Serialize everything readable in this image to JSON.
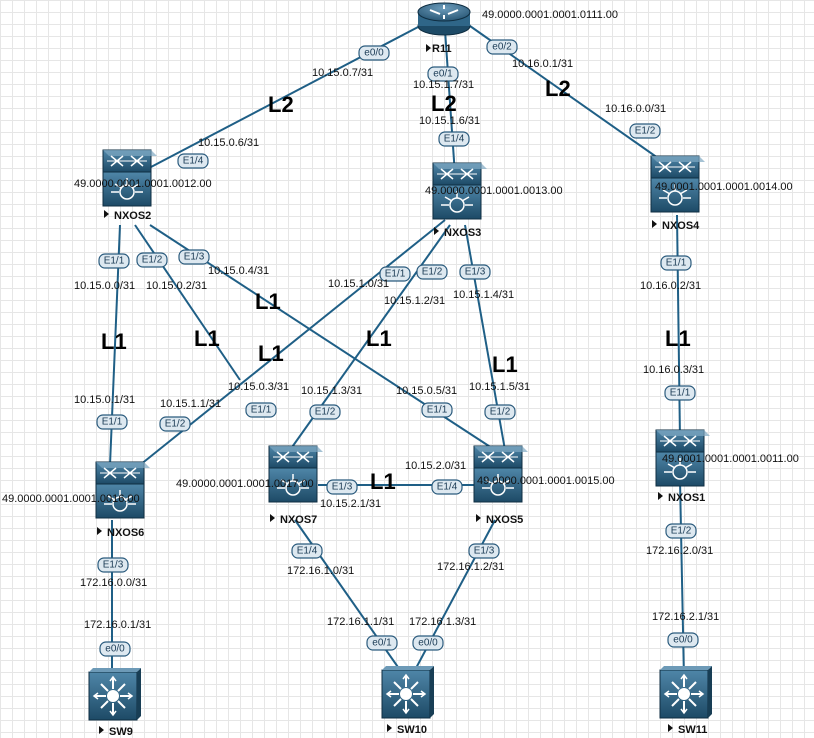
{
  "colors": {
    "link": "#1f5f86",
    "device": "#2a5d7a",
    "device_dark": "#1b4560",
    "badge_fill": "#dde8f0",
    "badge_stroke": "#2b5b7d"
  },
  "devices": [
    {
      "id": "r11",
      "label": "R11",
      "kind": "router",
      "icon": "router-icon"
    },
    {
      "id": "nxos2",
      "label": "NXOS2",
      "kind": "switch",
      "icon": "nexus-switch-icon"
    },
    {
      "id": "nxos3",
      "label": "NXOS3",
      "kind": "switch",
      "icon": "nexus-switch-icon"
    },
    {
      "id": "nxos4",
      "label": "NXOS4",
      "kind": "switch",
      "icon": "nexus-switch-icon"
    },
    {
      "id": "nxos6",
      "label": "NXOS6",
      "kind": "switch",
      "icon": "nexus-switch-icon"
    },
    {
      "id": "nxos7",
      "label": "NXOS7",
      "kind": "switch",
      "icon": "nexus-switch-icon"
    },
    {
      "id": "nxos5",
      "label": "NXOS5",
      "kind": "switch",
      "icon": "nexus-switch-icon"
    },
    {
      "id": "nxos1",
      "label": "NXOS1",
      "kind": "switch",
      "icon": "nexus-switch-icon"
    },
    {
      "id": "sw9",
      "label": "SW9",
      "kind": "l3switch",
      "icon": "layer3-switch-icon"
    },
    {
      "id": "sw10",
      "label": "SW10",
      "kind": "l3switch",
      "icon": "layer3-switch-icon"
    },
    {
      "id": "sw11",
      "label": "SW11",
      "kind": "l3switch",
      "icon": "layer3-switch-icon"
    }
  ],
  "net_ids": {
    "r11": "49.0000.0001.0001.0111.00",
    "nxos2": "49.0000.0001.0001.0012.00",
    "nxos3": "49.0000.0001.0001.0013.00",
    "nxos4": "49.0001.0001.0001.0014.00",
    "nxos6": "49.0000.0001.0001.0016.00",
    "nxos7": "49.0000.0001.0001.0017.00",
    "nxos5": "49.0000.0001.0001.0015.00",
    "nxos1": "49.0001.0001.0001.0011.00"
  },
  "interfaces": {
    "r11_e00": "e0/0",
    "r11_e01": "e0/1",
    "r11_e02": "e0/2",
    "nxos2_e14": "E1/4",
    "nxos2_e11": "E1/1",
    "nxos2_e12": "E1/2",
    "nxos2_e13": "E1/3",
    "nxos3_e14": "E1/4",
    "nxos3_e11": "E1/1",
    "nxos3_e12": "E1/2",
    "nxos3_e13": "E1/3",
    "nxos4_e12": "E1/2",
    "nxos4_e11": "E1/1",
    "nxos6_e11": "E1/1",
    "nxos6_e12": "E1/2",
    "nxos6_e13": "E1/3",
    "nxos7_e11": "E1/1",
    "nxos7_e12": "E1/2",
    "nxos7_e13": "E1/3",
    "nxos7_e14": "E1/4",
    "nxos5_e11": "E1/1",
    "nxos5_e12": "E1/2",
    "nxos5_e14": "E1/4",
    "nxos5_e13": "E1/3",
    "nxos1_e11": "E1/1",
    "nxos1_e12": "E1/2",
    "sw9_e00": "e0/0",
    "sw10_e01": "e0/1",
    "sw10_e00": "e0/0",
    "sw11_e00": "e0/0"
  },
  "addresses": {
    "a_15_0_7": "10.15.0.7/31",
    "a_15_0_6": "10.15.0.6/31",
    "a_15_1_7": "10.15.1.7/31",
    "a_15_1_6": "10.15.1.6/31",
    "a_16_0_1": "10.16.0.1/31",
    "a_16_0_0": "10.16.0.0/31",
    "a_15_0_4": "10.15.0.4/31",
    "a_15_0_0": "10.15.0.0/31",
    "a_15_0_2": "10.15.0.2/31",
    "a_15_1_0": "10.15.1.0/31",
    "a_15_1_2": "10.15.1.2/31",
    "a_15_1_4": "10.15.1.4/31",
    "a_16_0_2": "10.16.0.2/31",
    "a_16_0_3": "10.16.0.3/31",
    "a_15_0_1": "10.15.0.1/31",
    "a_15_1_1": "10.15.1.1/31",
    "a_15_0_3": "10.15.0.3/31",
    "a_15_1_3": "10.15.1.3/31",
    "a_15_0_5": "10.15.0.5/31",
    "a_15_1_5": "10.15.1.5/31",
    "a_15_2_0": "10.15.2.0/31",
    "a_15_2_1": "10.15.2.1/31",
    "a_172_0_0": "172.16.0.0/31",
    "a_172_0_1": "172.16.0.1/31",
    "a_172_1_0": "172.16.1.0/31",
    "a_172_1_2": "172.16.1.2/31",
    "a_172_1_1": "172.16.1.1/31",
    "a_172_1_3": "172.16.1.3/31",
    "a_172_2_0": "172.16.2.0/31",
    "a_172_2_1": "172.16.2.1/31"
  },
  "levels": {
    "l2": "L2",
    "l1": "L1"
  }
}
